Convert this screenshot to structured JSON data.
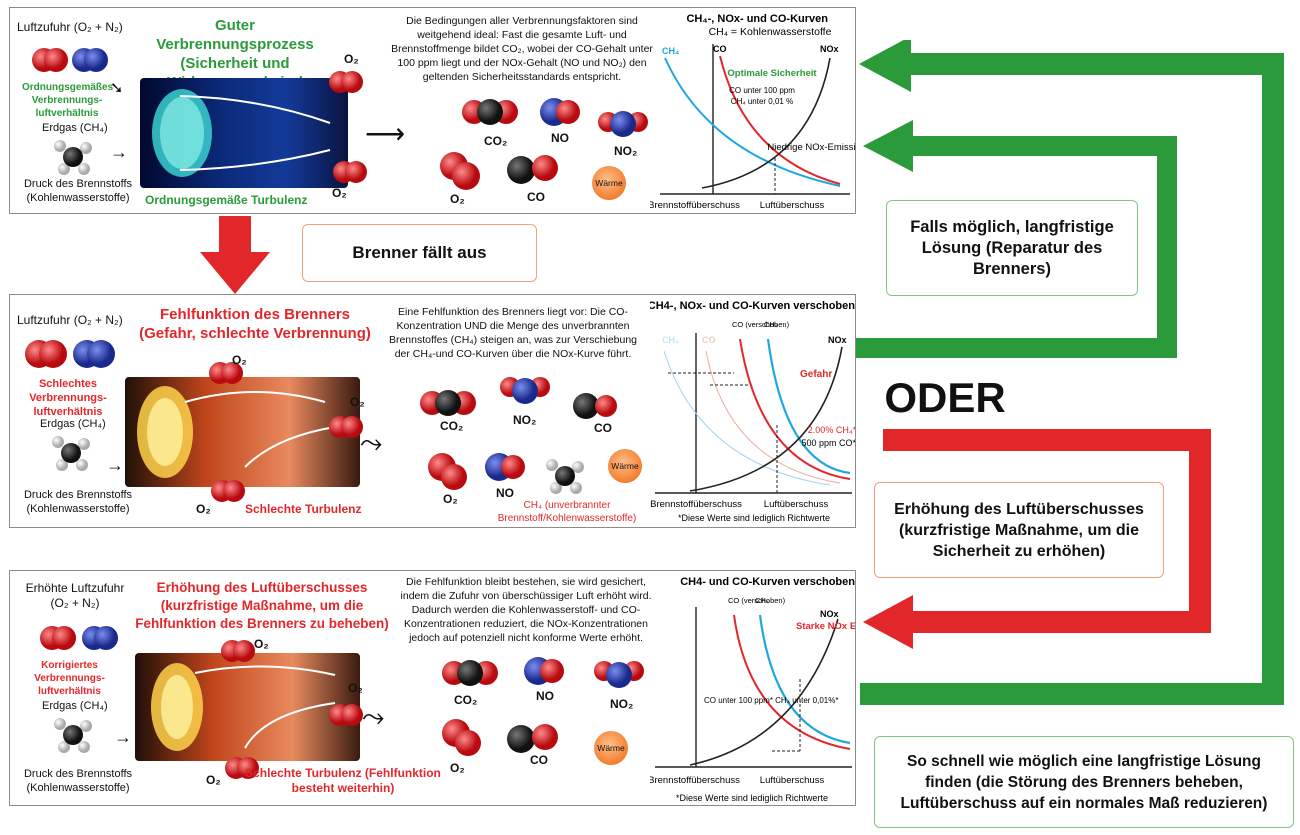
{
  "colors": {
    "green": "#2a9a3a",
    "red": "#e2272b",
    "co_curve": "#e2272b",
    "ch4_curve": "#1da7e0",
    "nox_curve": "#222222"
  },
  "panel1": {
    "air": "Luftzufuhr (O₂ + N₂)",
    "title": "Guter Verbrennungsprozess (Sicherheit und Wirkungsgrad sind optimal)",
    "ratio": "Ordnungsgemäßes Verbrennungs-luftverhältnis",
    "gas": "Erdgas (CH₄)",
    "pressure": "Druck des Brennstoffs (Kohlenwasserstoffe)",
    "turbulence": "Ordnungsgemäße Turbulenz",
    "o2": "O₂",
    "desc": "Die Bedingungen aller Verbrennungsfaktoren sind weitgehend ideal: Fast die gesamte Luft- und Brennstoffmenge bildet CO₂, wobei der CO-Gehalt unter 100 ppm liegt und der NOx-Gehalt (NO und NO₂) den geltenden Sicherheitsstandards entspricht.",
    "mol": {
      "co2": "CO₂",
      "no": "NO",
      "no2": "NO₂",
      "o2": "O₂",
      "co": "CO",
      "heat": "Wärme"
    },
    "chart_title": "CH₄-, NOx- und CO-Kurven",
    "chart_subtitle": "CH₄ = Kohlenwasserstoffe",
    "ch4": "CH₄",
    "co": "CO",
    "nox": "NOx",
    "safety": "Optimale Sicherheit",
    "note1": "CO unter 100 ppm",
    "note2": "CH₄ unter 0,01 %",
    "low_nox": "Niedrige NOx-Emissionen",
    "xl": "Brennstoffüberschuss",
    "xr": "Luftüberschuss"
  },
  "fails": "Brenner fällt aus",
  "panel2": {
    "air": "Luftzufuhr (O₂ + N₂)",
    "title": "Fehlfunktion des Brenners (Gefahr, schlechte Verbrennung)",
    "ratio": "Schlechtes Verbrennungs-luftverhältnis",
    "gas": "Erdgas (CH₄)",
    "pressure": "Druck des Brennstoffs (Kohlenwasserstoffe)",
    "turbulence": "Schlechte Turbulenz",
    "o2": "O₂",
    "desc": "Eine Fehlfunktion des Brenners liegt vor: Die CO-Konzentration UND die Menge des unverbrannten Brennstoffes (CH₄) steigen an, was zur Verschiebung der CH₄-und CO-Kurven über die NOx-Kurve führt.",
    "mol": {
      "co2": "CO₂",
      "no2": "NO₂",
      "co": "CO",
      "o2": "O₂",
      "no": "NO",
      "heat": "Wärme",
      "ch4": "CH₄ (unverbrannter Brennstoff/Kohlenwasserstoffe)"
    },
    "chart_title": "CH4-, NOx- und CO-Kurven verschoben",
    "ch4": "CH₄",
    "co": "CO",
    "co_shift": "CO (verschoben)",
    "ch4_shift": "CH₄",
    "nox": "NOx",
    "danger": "Gefahr",
    "val1": "2.00% CH₄*",
    "val2": "500 ppm CO*",
    "xl": "Brennstoffüberschuss",
    "xr": "Luftüberschuss",
    "footnote": "*Diese Werte sind lediglich Richtwerte"
  },
  "panel3": {
    "air": "Erhöhte Luftzufuhr (O₂ + N₂)",
    "title": "Erhöhung des Luftüberschusses (kurzfristige Maßnahme, um die Fehlfunktion des Brenners zu beheben)",
    "ratio": "Korrigiertes Verbrennungs-luftverhältnis",
    "gas": "Erdgas (CH₄)",
    "pressure": "Druck des Brennstoffs (Kohlenwasserstoffe)",
    "turbulence": "Schlechte Turbulenz (Fehlfunktion besteht weiterhin)",
    "o2": "O₂",
    "desc": "Die Fehlfunktion bleibt bestehen, sie wird gesichert, indem die Zufuhr von überschüssiger Luft erhöht wird. Dadurch werden die Kohlenwasserstoff- und CO-Konzentrationen reduziert, die NOx-Konzentrationen jedoch auf potenziell nicht konforme Werte erhöht.",
    "mol": {
      "co2": "CO₂",
      "no": "NO",
      "no2": "NO₂",
      "o2": "O₂",
      "co": "CO",
      "heat": "Wärme"
    },
    "chart_title": "CH4- und CO-Kurven verschoben",
    "co_shift": "CO (verschoben)",
    "ch4": "CH₄",
    "nox": "NOx",
    "strong": "Starke NOx Emissionen",
    "note": "CO unter 100 ppm* CH₄ unter 0,01%*",
    "xl": "Brennstoffüberschuss",
    "xr": "Luftüberschuss",
    "footnote": "*Diese Werte sind lediglich Richtwerte"
  },
  "right": {
    "longterm": "Falls möglich, langfristige Lösung (Reparatur des Brenners)",
    "oder": "ODER",
    "increase": "Erhöhung des Luftüberschusses (kurzfristige Maßnahme, um die Sicherheit zu erhöhen)",
    "asap": "So schnell wie möglich eine langfristige Lösung finden (die Störung des Brenners beheben, Luftüberschuss auf ein normales Maß reduzieren)"
  }
}
